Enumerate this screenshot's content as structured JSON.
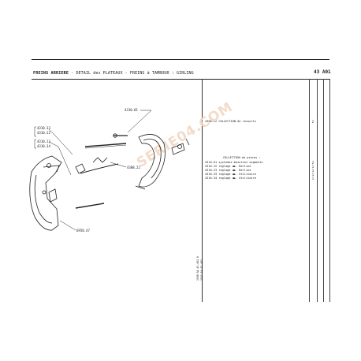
{
  "header": {
    "title_bold": "FREINS ARRIERE",
    "title_rest": " - DETAIL des PLATEAUX - FREINS à TAMBOUR : GIRLING",
    "page_code": "43 A01"
  },
  "parts": {
    "spring_collection": {
      "ref": "4308.22",
      "label": "COLLECTION de ressorts",
      "qty": "2"
    },
    "parts_collection": {
      "title": "COLLECTION de pieces :",
      "items": [
        {
          "ref": "4310.01",
          "label": "systemes maintien segments",
          "qty": "2"
        },
        {
          "ref": "4310.22",
          "label": "reglage ◀▶. Berline",
          "qty": "1"
        },
        {
          "ref": "4310.23",
          "label": "reglage ◀▶. Berline",
          "qty": "1"
        },
        {
          "ref": "4310.33",
          "label": "reglage ◀▶. Utilitaire",
          "qty": "1"
        },
        {
          "ref": "4310.34",
          "label": "reglage ◀▶. Utilitaire",
          "qty": "1"
        }
      ]
    }
  },
  "callouts": {
    "c1": "4310.01",
    "c2": "4310.33",
    "c3": "4310.22",
    "c4": "4310.23",
    "c5": "4310.34",
    "c6": "4308.22",
    "c7": "6958.47"
  },
  "vertical_notes": {
    "line1": "2100 RA 43.491 0",
    "line2": "3163 RA 43.491"
  },
  "watermark": "SERIE04.COM"
}
